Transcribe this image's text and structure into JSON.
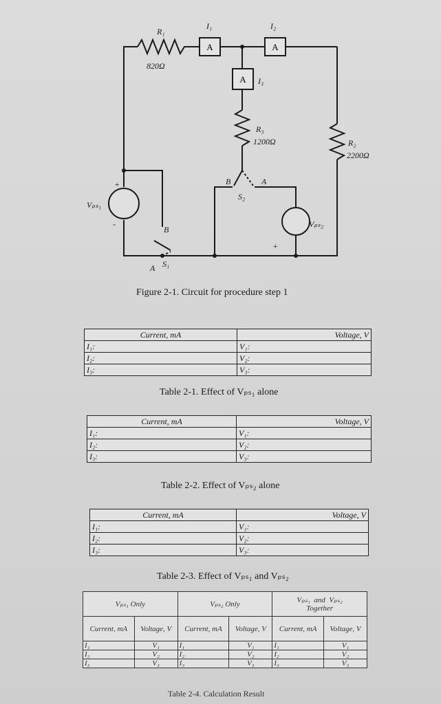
{
  "figure": {
    "caption": "Figure 2-1.  Circuit for procedure step 1",
    "labels": {
      "r1": "R₁",
      "r1_value": "820Ω",
      "r2": "R₂",
      "r2_value": "2200Ω",
      "r3": "R₃",
      "r3_value": "1200Ω",
      "i1": "I₁",
      "i2": "I₂",
      "i3": "I₃",
      "ammeter": "A",
      "vps1": "Vₚₛ₁",
      "vps2": "Vₚₛ₂",
      "s1": "S₁",
      "s2": "S₂",
      "b": "B",
      "a": "A",
      "plus": "+",
      "minus": "-"
    }
  },
  "table1": {
    "current_header": "Current, mA",
    "voltage_header": "Voltage, V",
    "rows": [
      {
        "current": "I₁:",
        "voltage": "V₁:"
      },
      {
        "current": "I₂:",
        "voltage": "V₂:"
      },
      {
        "current": "I₃:",
        "voltage": "V₃:"
      }
    ],
    "caption": "Table 2-1.  Effect of Vₚₛ₁ alone"
  },
  "table2": {
    "current_header": "Current, mA",
    "voltage_header": "Voltage, V",
    "rows": [
      {
        "current": "I₁:",
        "voltage": "V₁:"
      },
      {
        "current": "I₂:",
        "voltage": "V₂:"
      },
      {
        "current": "I₃:",
        "voltage": "V₃:"
      }
    ],
    "caption": "Table 2-2.  Effect of Vₚₛ₂ alone"
  },
  "table3": {
    "current_header": "Current, mA",
    "voltage_header": "Voltage, V",
    "rows": [
      {
        "current": "I₁:",
        "voltage": "V₁:"
      },
      {
        "current": "I₂:",
        "voltage": "V₂:"
      },
      {
        "current": "I₃:",
        "voltage": "V₃:"
      }
    ],
    "caption": "Table 2-3.  Effect of Vₚₛ₁ and Vₚₛ₂"
  },
  "table4": {
    "group1": "Vₚₛ₁ Only",
    "group2": "Vₚₛ₂ Only",
    "group3_a": "Vₚₛ₁",
    "group3_and": "and",
    "group3_b": "Vₚₛ₂",
    "group3_c": "Together",
    "current_header": "Current, mA",
    "voltage_header": "Voltage, V",
    "rows": [
      {
        "i": "I₁",
        "v": "V₁"
      },
      {
        "i": "I₂",
        "v": "V₂"
      },
      {
        "i": "I₃",
        "v": "V₃"
      }
    ],
    "caption": "Table 2-4.  Calculation Result"
  }
}
